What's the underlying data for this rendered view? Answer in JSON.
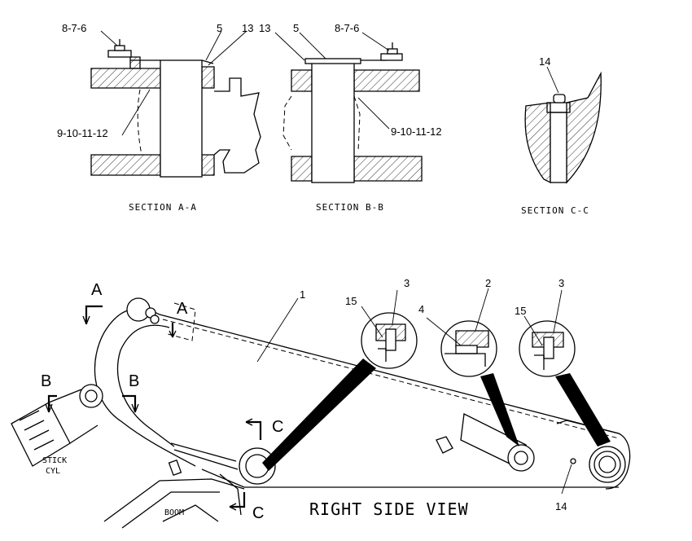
{
  "sections": {
    "aa": {
      "title": "SECTION A-A",
      "callouts": {
        "bolt": "8-7-6",
        "pin": "5",
        "shim": "13",
        "bearing": "9-10-11-12"
      }
    },
    "bb": {
      "title": "SECTION B-B",
      "callouts": {
        "shim": "13",
        "pin": "5",
        "bolt": "8-7-6",
        "bearing": "9-10-11-12"
      }
    },
    "cc": {
      "title": "SECTION C-C",
      "callouts": {
        "fitting": "14"
      }
    }
  },
  "main_view": {
    "title": "RIGHT SIDE VIEW",
    "part_labels": {
      "boom_line": "1",
      "detail2": "2",
      "detail1": "3",
      "detail3": "3",
      "detail2_left": "4",
      "detail1_left": "15",
      "detail3_left": "15",
      "grease": "14"
    },
    "section_markers": {
      "a": "A",
      "b": "B",
      "c": "C"
    },
    "captions": {
      "stick_cyl_1": "STICK",
      "stick_cyl_2": "CYL",
      "boom": "BOOM"
    }
  }
}
